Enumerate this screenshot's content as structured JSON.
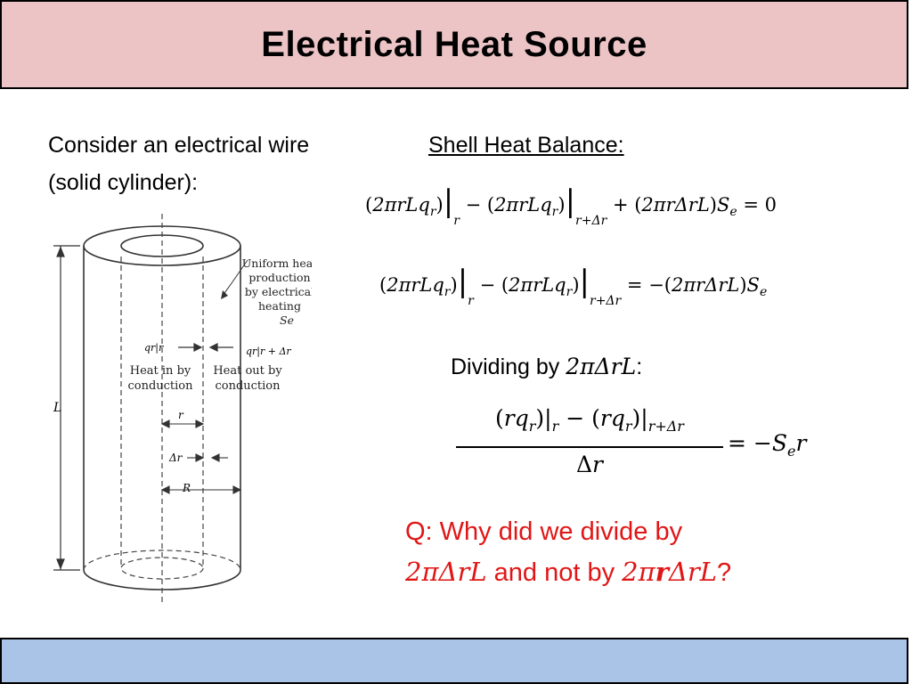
{
  "slide": {
    "title": "Electrical Heat Source",
    "intro_line1": "Consider an electrical wire",
    "intro_line2": "(solid cylinder):",
    "balance_heading": "Shell Heat Balance:",
    "dividing_label": "Dividing by ",
    "dividing_expr": "2πΔrL",
    "dividing_colon": ":",
    "question_line1": "Q: Why did we divide by",
    "question_expr1": "2πΔrL",
    "question_mid": " and not by ",
    "question_expr2_pre": "2π",
    "question_expr2_bold": "r",
    "question_expr2_post": "ΔrL",
    "question_end": "?"
  },
  "figure": {
    "label_uniform": [
      "Uniform heat",
      "production",
      "by electrical",
      "heating"
    ],
    "label_se": "Se",
    "label_qr_r": "qr|r",
    "label_qr_rdr": "qr|r + Δr",
    "label_heat_in": [
      "Heat in by",
      "conduction"
    ],
    "label_heat_out": [
      "Heat out by",
      "conduction"
    ],
    "label_L": "L",
    "label_r": "r",
    "label_dr": "Δr",
    "label_R": "R"
  }
}
